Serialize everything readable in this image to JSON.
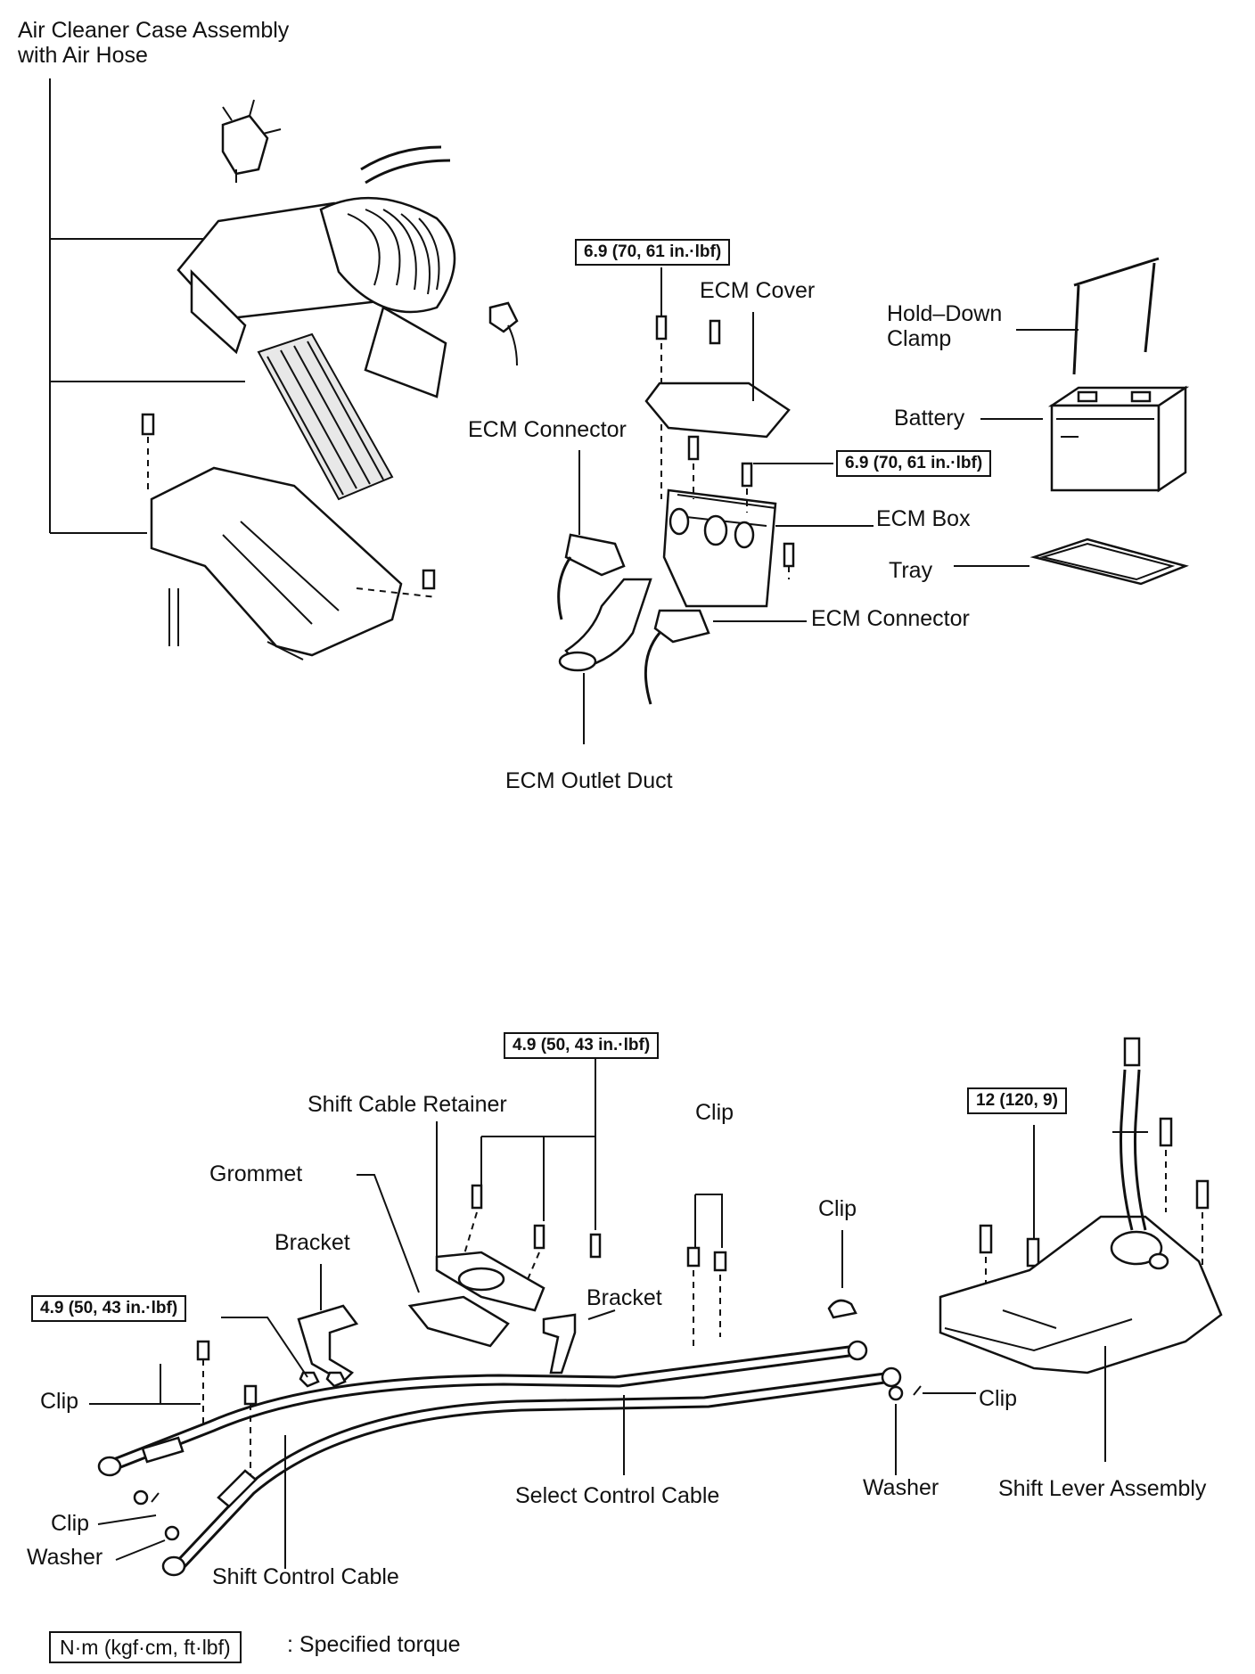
{
  "upper": {
    "air_cleaner": "Air Cleaner Case Assembly\nwith Air Hose",
    "torque_ecm_cover": "6.9 (70, 61 in.·lbf)",
    "ecm_cover": "ECM Cover",
    "hold_down_clamp": "Hold–Down\nClamp",
    "battery": "Battery",
    "ecm_connector_left": "ECM Connector",
    "torque_ecm_box": "6.9 (70, 61 in.·lbf)",
    "ecm_box": "ECM Box",
    "tray": "Tray",
    "ecm_connector_right": "ECM Connector",
    "ecm_outlet_duct": "ECM Outlet Duct"
  },
  "lower": {
    "torque_retainer": "4.9 (50, 43 in.·lbf)",
    "shift_cable_retainer": "Shift Cable Retainer",
    "clip_top": "Clip",
    "torque_lever": "12 (120, 9)",
    "grommet": "Grommet",
    "clip_right_upper": "Clip",
    "bracket_left": "Bracket",
    "bracket_right": "Bracket",
    "torque_bracket": "4.9 (50, 43 in.·lbf)",
    "clip_left": "Clip",
    "clip_right": "Clip",
    "select_control_cable": "Select Control Cable",
    "washer_right": "Washer",
    "shift_lever_assembly": "Shift Lever Assembly",
    "clip_bottom_left": "Clip",
    "washer_left": "Washer",
    "shift_control_cable": "Shift Control Cable"
  },
  "legend": {
    "unit": "N·m (kgf·cm, ft·lbf)",
    "meaning": ": Specified torque"
  }
}
